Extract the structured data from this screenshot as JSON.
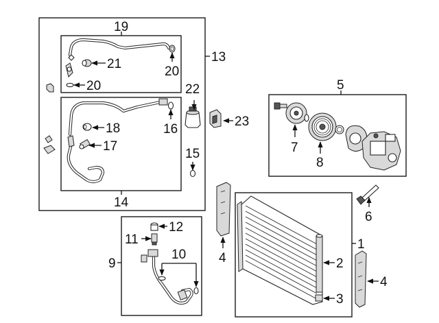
{
  "callouts": {
    "c1": "1",
    "c2": "2",
    "c3": "3",
    "c4a": "4",
    "c4b": "4",
    "c5": "5",
    "c6": "6",
    "c7": "7",
    "c8": "8",
    "c9": "9",
    "c10": "10",
    "c11": "11",
    "c12": "12",
    "c13": "13",
    "c14": "14",
    "c15": "15",
    "c16": "16",
    "c17": "17",
    "c18": "18",
    "c19": "19",
    "c20a": "20",
    "c20b": "20",
    "c21": "21",
    "c22": "22",
    "c23": "23"
  }
}
